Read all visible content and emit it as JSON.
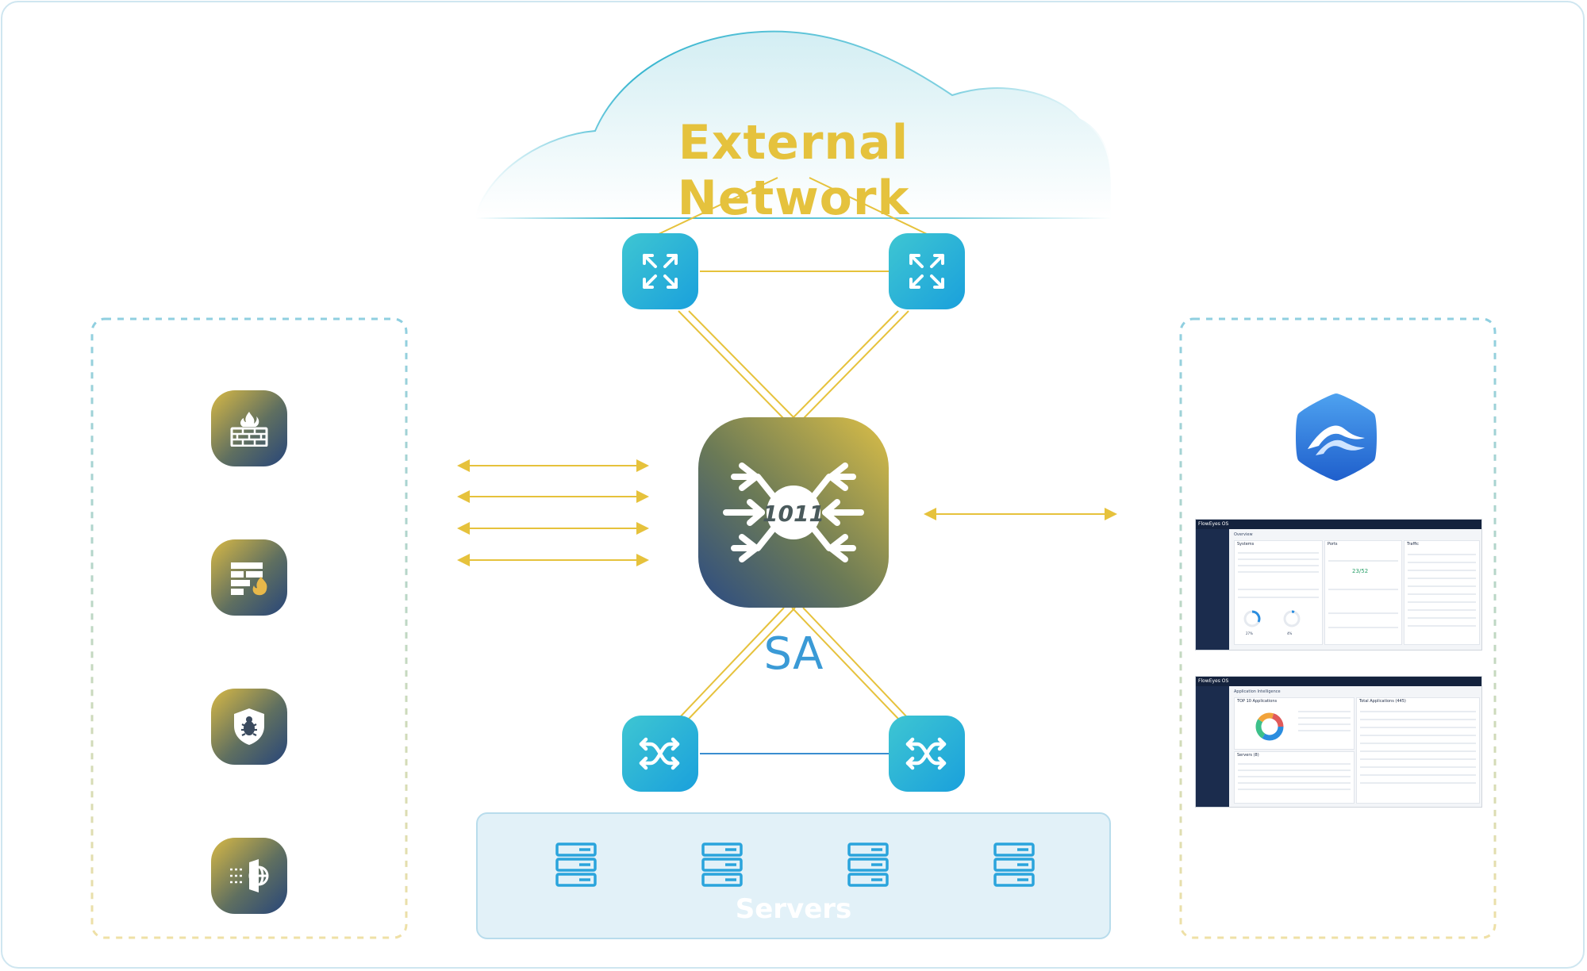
{
  "title": "External Network",
  "core_label": "SA",
  "core_badge": "1011",
  "servers_label": "Servers",
  "colors": {
    "gold": "#e5c23d",
    "cyan": "#2bb5d8",
    "blue_text": "#3a9ad6",
    "line_gold": "#e6c23c",
    "line_blue": "#3a8ed0"
  },
  "left_panel_icons": [
    "firewall-icon",
    "web-firewall-icon",
    "security-shield-bug-icon",
    "web-gateway-icon"
  ],
  "top_switch_icons": [
    "expand-arrows-icon",
    "expand-arrows-icon"
  ],
  "bottom_switch_icons": [
    "shuffle-arrows-icon",
    "shuffle-arrows-icon"
  ],
  "screenshots": {
    "overview": {
      "brand": "FlowEyes OS",
      "page": "Overview",
      "cards": [
        "Systems",
        "Ports",
        "Traffic"
      ],
      "ports_value": "23/52",
      "stat_a": "27%",
      "stat_b": "4%"
    },
    "app_intel": {
      "brand": "FlowEyes OS",
      "page": "Application Intelligence",
      "cards": [
        "TOP 10 Applications",
        "Total Applications (445)",
        "Servers (8)"
      ]
    }
  }
}
